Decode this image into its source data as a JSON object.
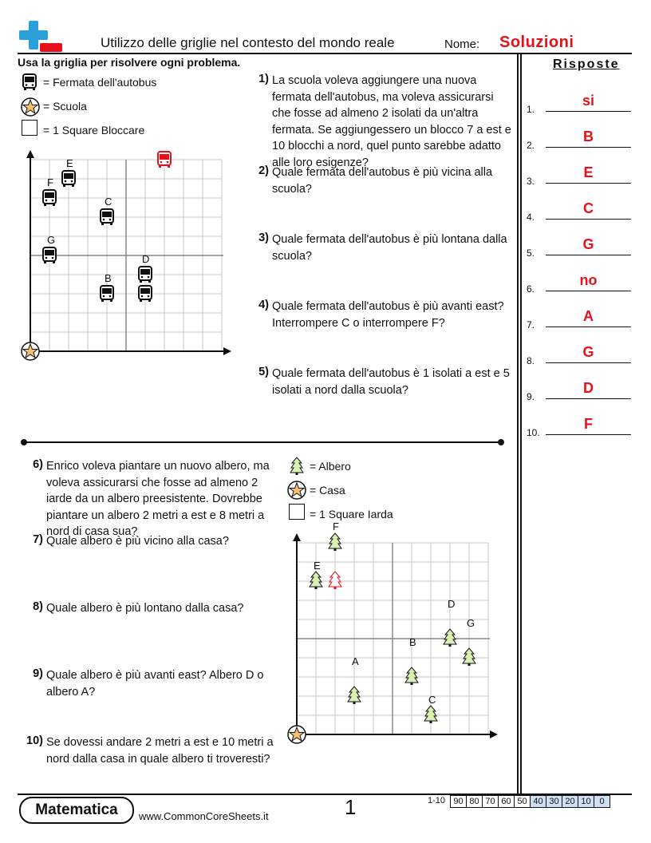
{
  "header": {
    "title": "Utilizzo delle griglie nel contesto del mondo reale",
    "name_label": "Nome:",
    "name_value": "Soluzioni"
  },
  "instructions": "Usa la griglia per risolvere ogni problema.",
  "section1": {
    "legend": [
      {
        "icon": "bus-icon",
        "text": "= Fermata dell'autobus"
      },
      {
        "icon": "star-icon",
        "text": "= Scuola"
      },
      {
        "icon": "square-icon",
        "text": "= 1 Square Bloccare"
      }
    ],
    "grid_labels": {
      "C": "C",
      "D": "D",
      "B": "B",
      "E": "E",
      "F": "F",
      "G": "G"
    },
    "questions": [
      {
        "num": "1)",
        "text": "La scuola voleva aggiungere una nuova fermata dell'autobus, ma voleva assicurarsi che fosse ad almeno 2 isolati da un'altra fermata. Se aggiungessero un blocco 7 a est e 10 blocchi a nord, quel punto sarebbe adatto alle loro esigenze?"
      },
      {
        "num": "2)",
        "text": "Quale fermata dell'autobus è più vicina alla scuola?"
      },
      {
        "num": "3)",
        "text": "Quale fermata dell'autobus è più lontana dalla scuola?"
      },
      {
        "num": "4)",
        "text": "Quale fermata dell'autobus è più avanti east? Interrompere C o interrompere F?"
      },
      {
        "num": "5)",
        "text": "Quale fermata dell'autobus è 1 isolati a est e 5 isolati a nord dalla scuola?"
      }
    ]
  },
  "section2": {
    "legend": [
      {
        "icon": "tree-icon",
        "text": "= Albero"
      },
      {
        "icon": "star-icon",
        "text": "= Casa"
      },
      {
        "icon": "square-icon",
        "text": "= 1 Square Iarda"
      }
    ],
    "grid_labels": {
      "A": "A",
      "B": "B",
      "C": "C",
      "D": "D",
      "E": "E",
      "F": "F",
      "G": "G"
    },
    "questions": [
      {
        "num": "6)",
        "text": "Enrico voleva piantare un nuovo albero, ma voleva assicurarsi che fosse ad almeno 2 iarde da un albero preesistente. Dovrebbe piantare un albero 2 metri a est e 8 metri a nord di casa sua?"
      },
      {
        "num": "7)",
        "text": "Quale albero è più vicino alla casa?"
      },
      {
        "num": "8)",
        "text": "Quale albero è più lontano dalla casa?"
      },
      {
        "num": "9)",
        "text": "Quale albero è più avanti east? Albero D o albero A?"
      },
      {
        "num": "10)",
        "text": "Se dovessi andare 2 metri a est e 10 metri a nord dalla casa in quale albero ti troveresti?"
      }
    ]
  },
  "answers": {
    "title": "Risposte",
    "items": [
      {
        "num": "1.",
        "value": "si"
      },
      {
        "num": "2.",
        "value": "B"
      },
      {
        "num": "3.",
        "value": "E"
      },
      {
        "num": "4.",
        "value": "C"
      },
      {
        "num": "5.",
        "value": "G"
      },
      {
        "num": "6.",
        "value": "no"
      },
      {
        "num": "7.",
        "value": "A"
      },
      {
        "num": "8.",
        "value": "G"
      },
      {
        "num": "9.",
        "value": "D"
      },
      {
        "num": "10.",
        "value": "F"
      }
    ]
  },
  "footer": {
    "badge": "Matematica",
    "url": "www.CommonCoreSheets.it",
    "page": "1",
    "score_label": "1-10",
    "scores": [
      "90",
      "80",
      "70",
      "60",
      "50",
      "40",
      "30",
      "20",
      "10",
      "0"
    ]
  },
  "colors": {
    "accent_red": "#e8101a",
    "logo_blue": "#2a9fd8",
    "tree_fill": "#d7f0b4",
    "highlight": "#cfe0f5"
  }
}
